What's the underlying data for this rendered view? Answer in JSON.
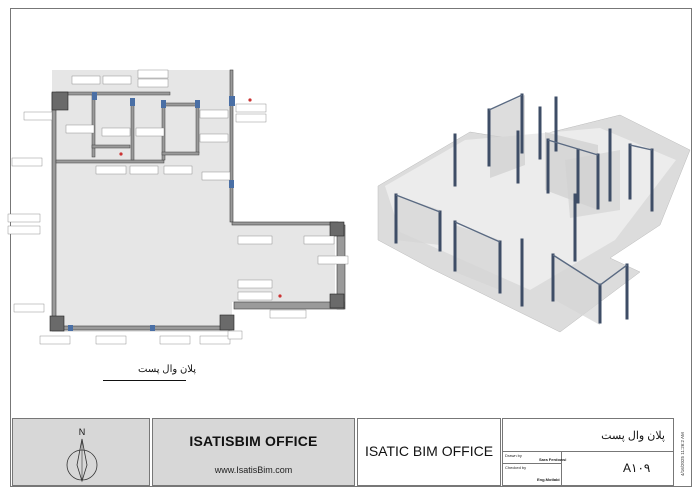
{
  "plan": {
    "title": "پلان وال پست"
  },
  "title_block": {
    "north_label": "N",
    "office_logo_text": "ISATISBIM OFFICE",
    "website": "www.IsatisBim.com",
    "company": "ISATIC BIM OFFICE",
    "sheet_name": "پلان وال پست",
    "drawn_by_label": "Drawn by",
    "drawn_by": "Sara Ferdowsi",
    "checked_by_label": "Checked by",
    "checked_by": "Eng.Motlabi",
    "sheet_number": "A۱۰۹",
    "timestamp": "4/16/2025 11:26:2 AM"
  },
  "colors": {
    "wall_fill": "#9a9a9a",
    "wall_dark": "#3e3e3e",
    "post_blue": "#4a6fa5",
    "slab": "#e4e4e4",
    "view_gray": "#c8c8c8"
  }
}
